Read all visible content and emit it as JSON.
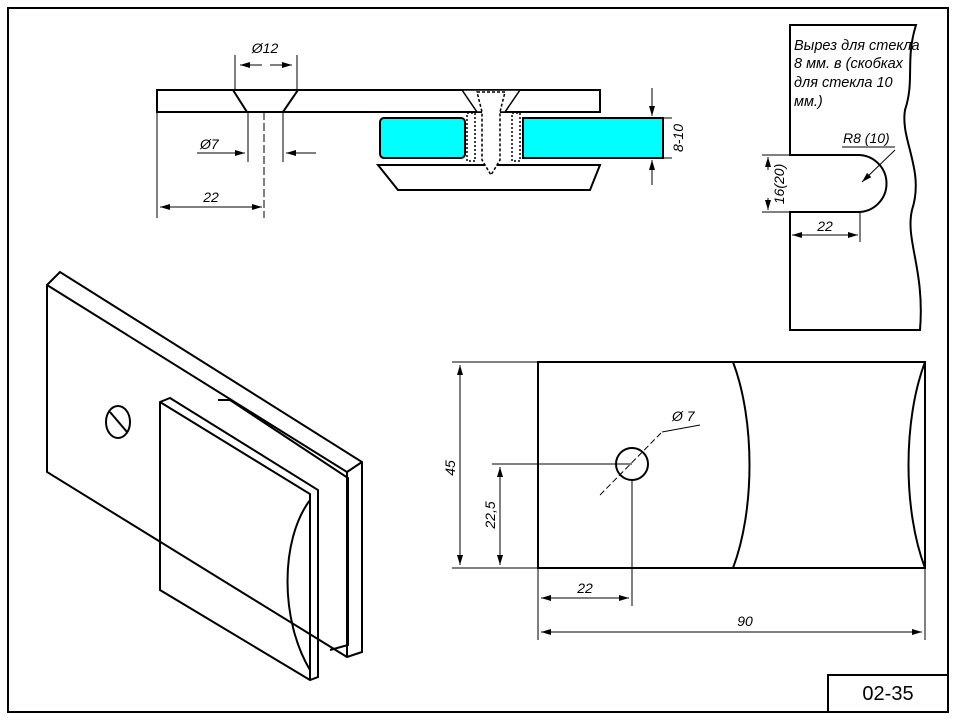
{
  "drawing_code": "02-35",
  "section_view": {
    "dim_countersink": "Ø12",
    "dim_hole": "Ø7",
    "dim_offset": "22",
    "dim_glass_thickness": "8-10",
    "glass_color": "#00ffff"
  },
  "cutout_view": {
    "note_lines": [
      "Вырез для стекла",
      "8 мм. в (скобках",
      "для стекла 10",
      "мм.)"
    ],
    "dim_radius": "R8 (10)",
    "dim_height": "16(20)",
    "dim_depth": "22"
  },
  "front_view": {
    "dim_hole": "Ø 7",
    "dim_height": "45",
    "dim_half_height": "22,5",
    "dim_hole_offset": "22",
    "dim_length": "90"
  }
}
